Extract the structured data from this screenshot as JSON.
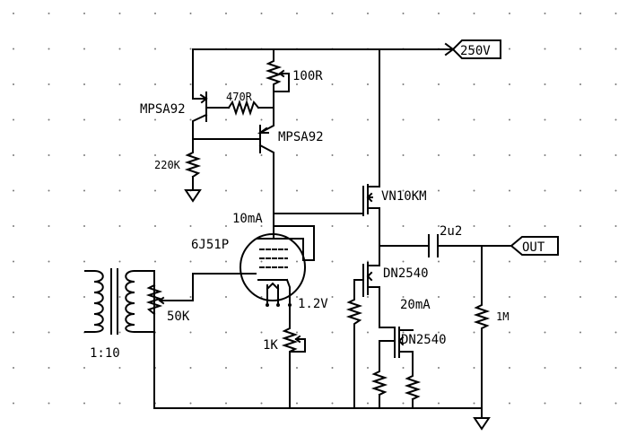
{
  "labels": {
    "supply_port": "250V",
    "out_port": "OUT",
    "r_top": "100R",
    "r_mid": "470R",
    "q1": "MPSA92",
    "q2": "MPSA92",
    "r_base": "220K",
    "mosfet_top": "VN10KM",
    "tube_current": "10mA",
    "tube": "6J51P",
    "cap": "2u2",
    "r_out": "1M",
    "pot": "50K",
    "bias_v": "1.2V",
    "depl1": "DN2540",
    "sink_current": "20mA",
    "depl2": "DN2540",
    "r_cath": "1K",
    "xfmr_ratio": "1:10"
  },
  "colors": {
    "wire": "#000000",
    "grid_dot": "#7a7a7a",
    "background": "#ffffff"
  }
}
